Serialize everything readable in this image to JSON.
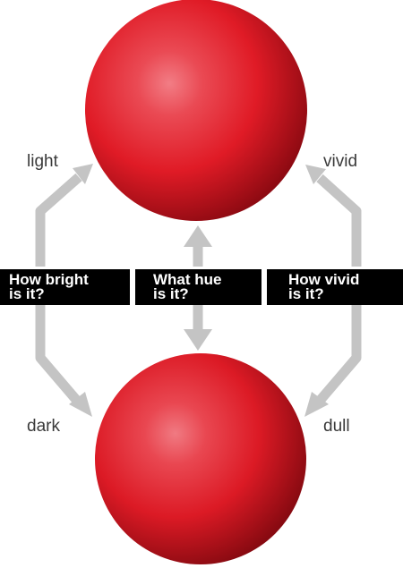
{
  "labels": {
    "light": "light",
    "dark": "dark",
    "vivid": "vivid",
    "dull": "dull"
  },
  "questions": {
    "brightness": "How bright\nis it?",
    "hue": "What hue\nis it?",
    "vividness": "How vivid\nis it?"
  },
  "colors": {
    "sphere_highlight": "#f27d85",
    "sphere_base": "#e01b26",
    "sphere_shadow": "#8e0a12",
    "arrow": "#c4c4c4",
    "question_bg": "#000000",
    "question_text": "#ffffff",
    "label_text": "#3a3a3a"
  }
}
